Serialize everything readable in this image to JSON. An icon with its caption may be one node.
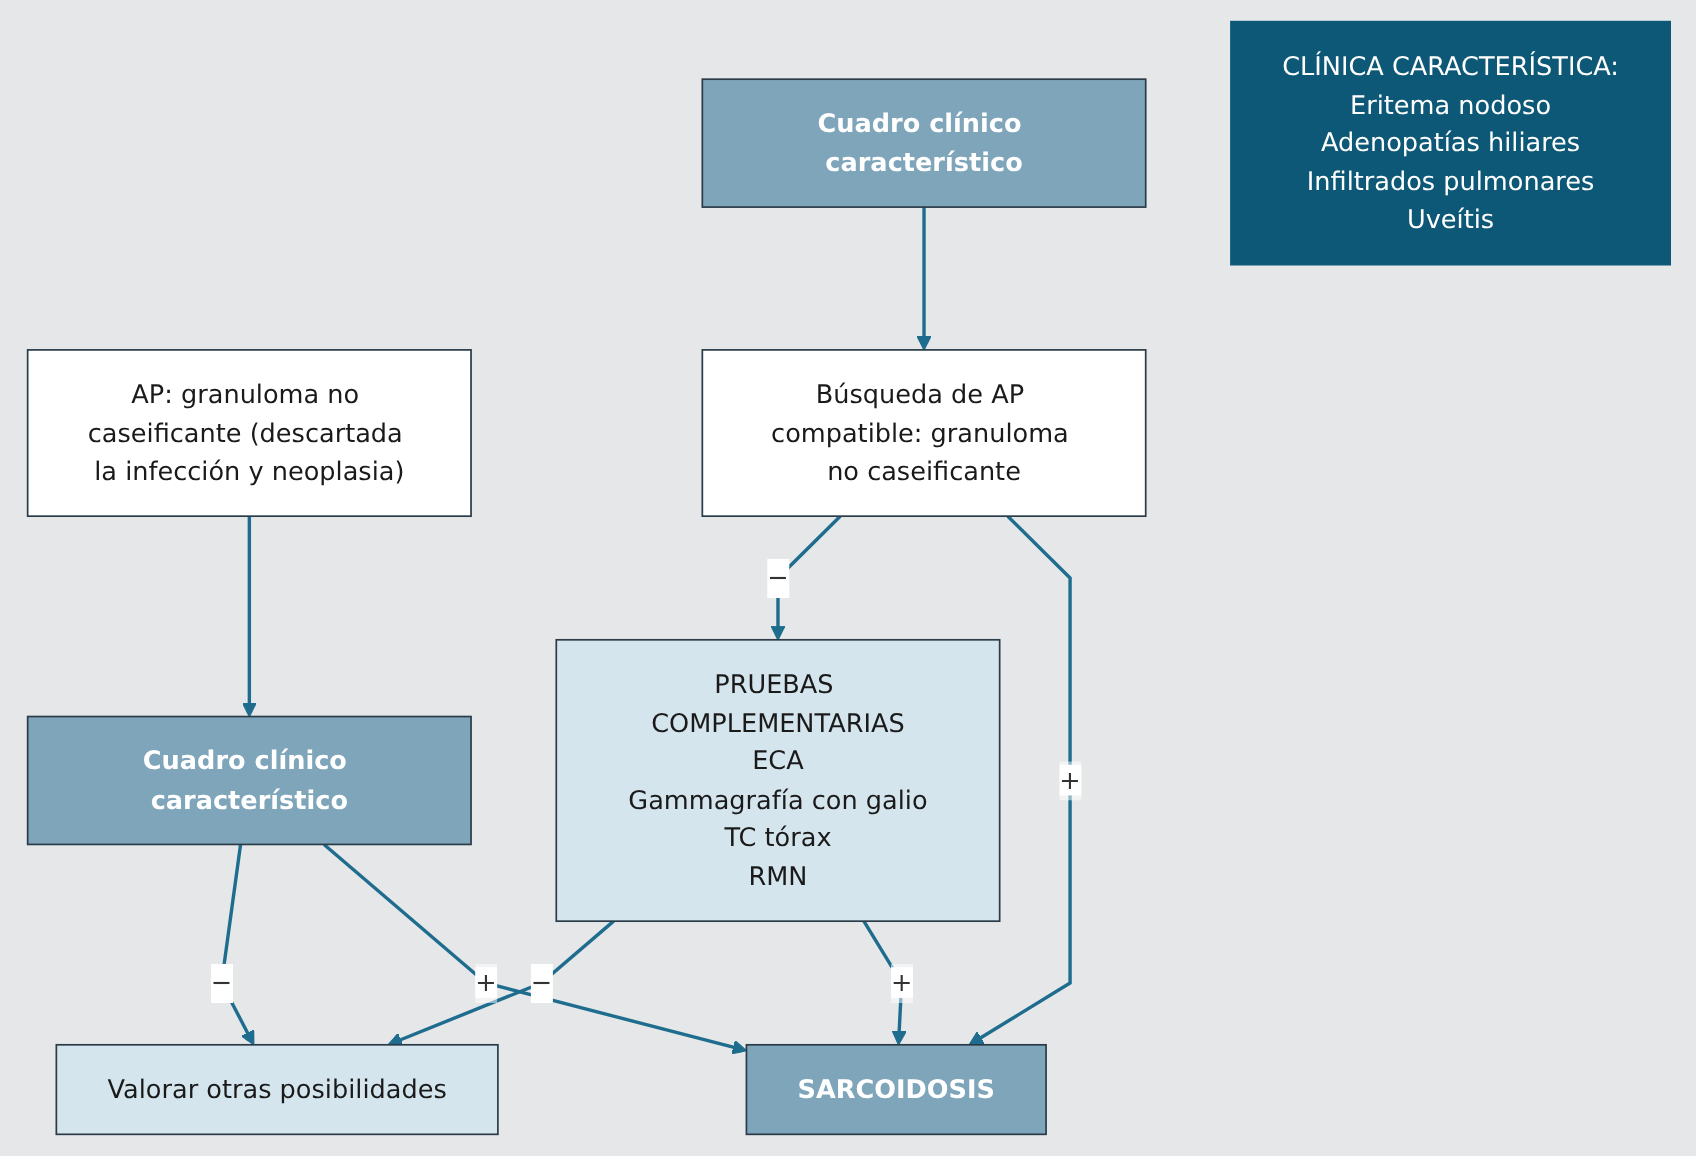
{
  "diagram": {
    "nodes": [
      {
        "text": [
          "AP: granuloma no caseificante (descartada la infección y neoplasia)"
        ]
      },
      {
        "text": [
          "Cuadro clínico característico"
        ]
      },
      {
        "text": [
          "CLÍNICA CARACTERÍSTICA:",
          "Eritema nodoso",
          "Adenopatías hiliares",
          "Infiltrados pulmonares",
          "Uveítis"
        ]
      },
      {
        "text": [
          "Cuadro clínico característico"
        ]
      },
      {
        "text": [
          "Búsqueda de AP compatible: granuloma no caseificante"
        ]
      },
      {
        "text": [
          "SARCOIDOSIS"
        ]
      },
      {
        "text": [
          "PRUEBAS COMPLEMENTARIAS",
          "ECA",
          "Gammagrafía con galio",
          "TC tórax",
          "RMN"
        ]
      },
      {
        "text": [
          "Valorar otras posibilidades"
        ]
      }
    ],
    "edges": [
      {
        "from": 0,
        "to": 3,
        "arrow": "to"
      },
      {
        "from": 1,
        "to": 4,
        "arrow": "to"
      },
      {
        "from": 3,
        "to": 5,
        "arrow": "to",
        "label": "+"
      },
      {
        "from": 4,
        "to": 5,
        "arrow": "to",
        "label": "+"
      },
      {
        "from": 3,
        "to": 7,
        "arrow": "to",
        "label": "−"
      },
      {
        "from": 4,
        "to": 6,
        "arrow": "to",
        "label": "−"
      },
      {
        "from": 6,
        "to": 5,
        "arrow": "to",
        "label": "+"
      },
      {
        "from": 6,
        "to": 7,
        "arrow": "to",
        "label": "−"
      }
    ]
  }
}
